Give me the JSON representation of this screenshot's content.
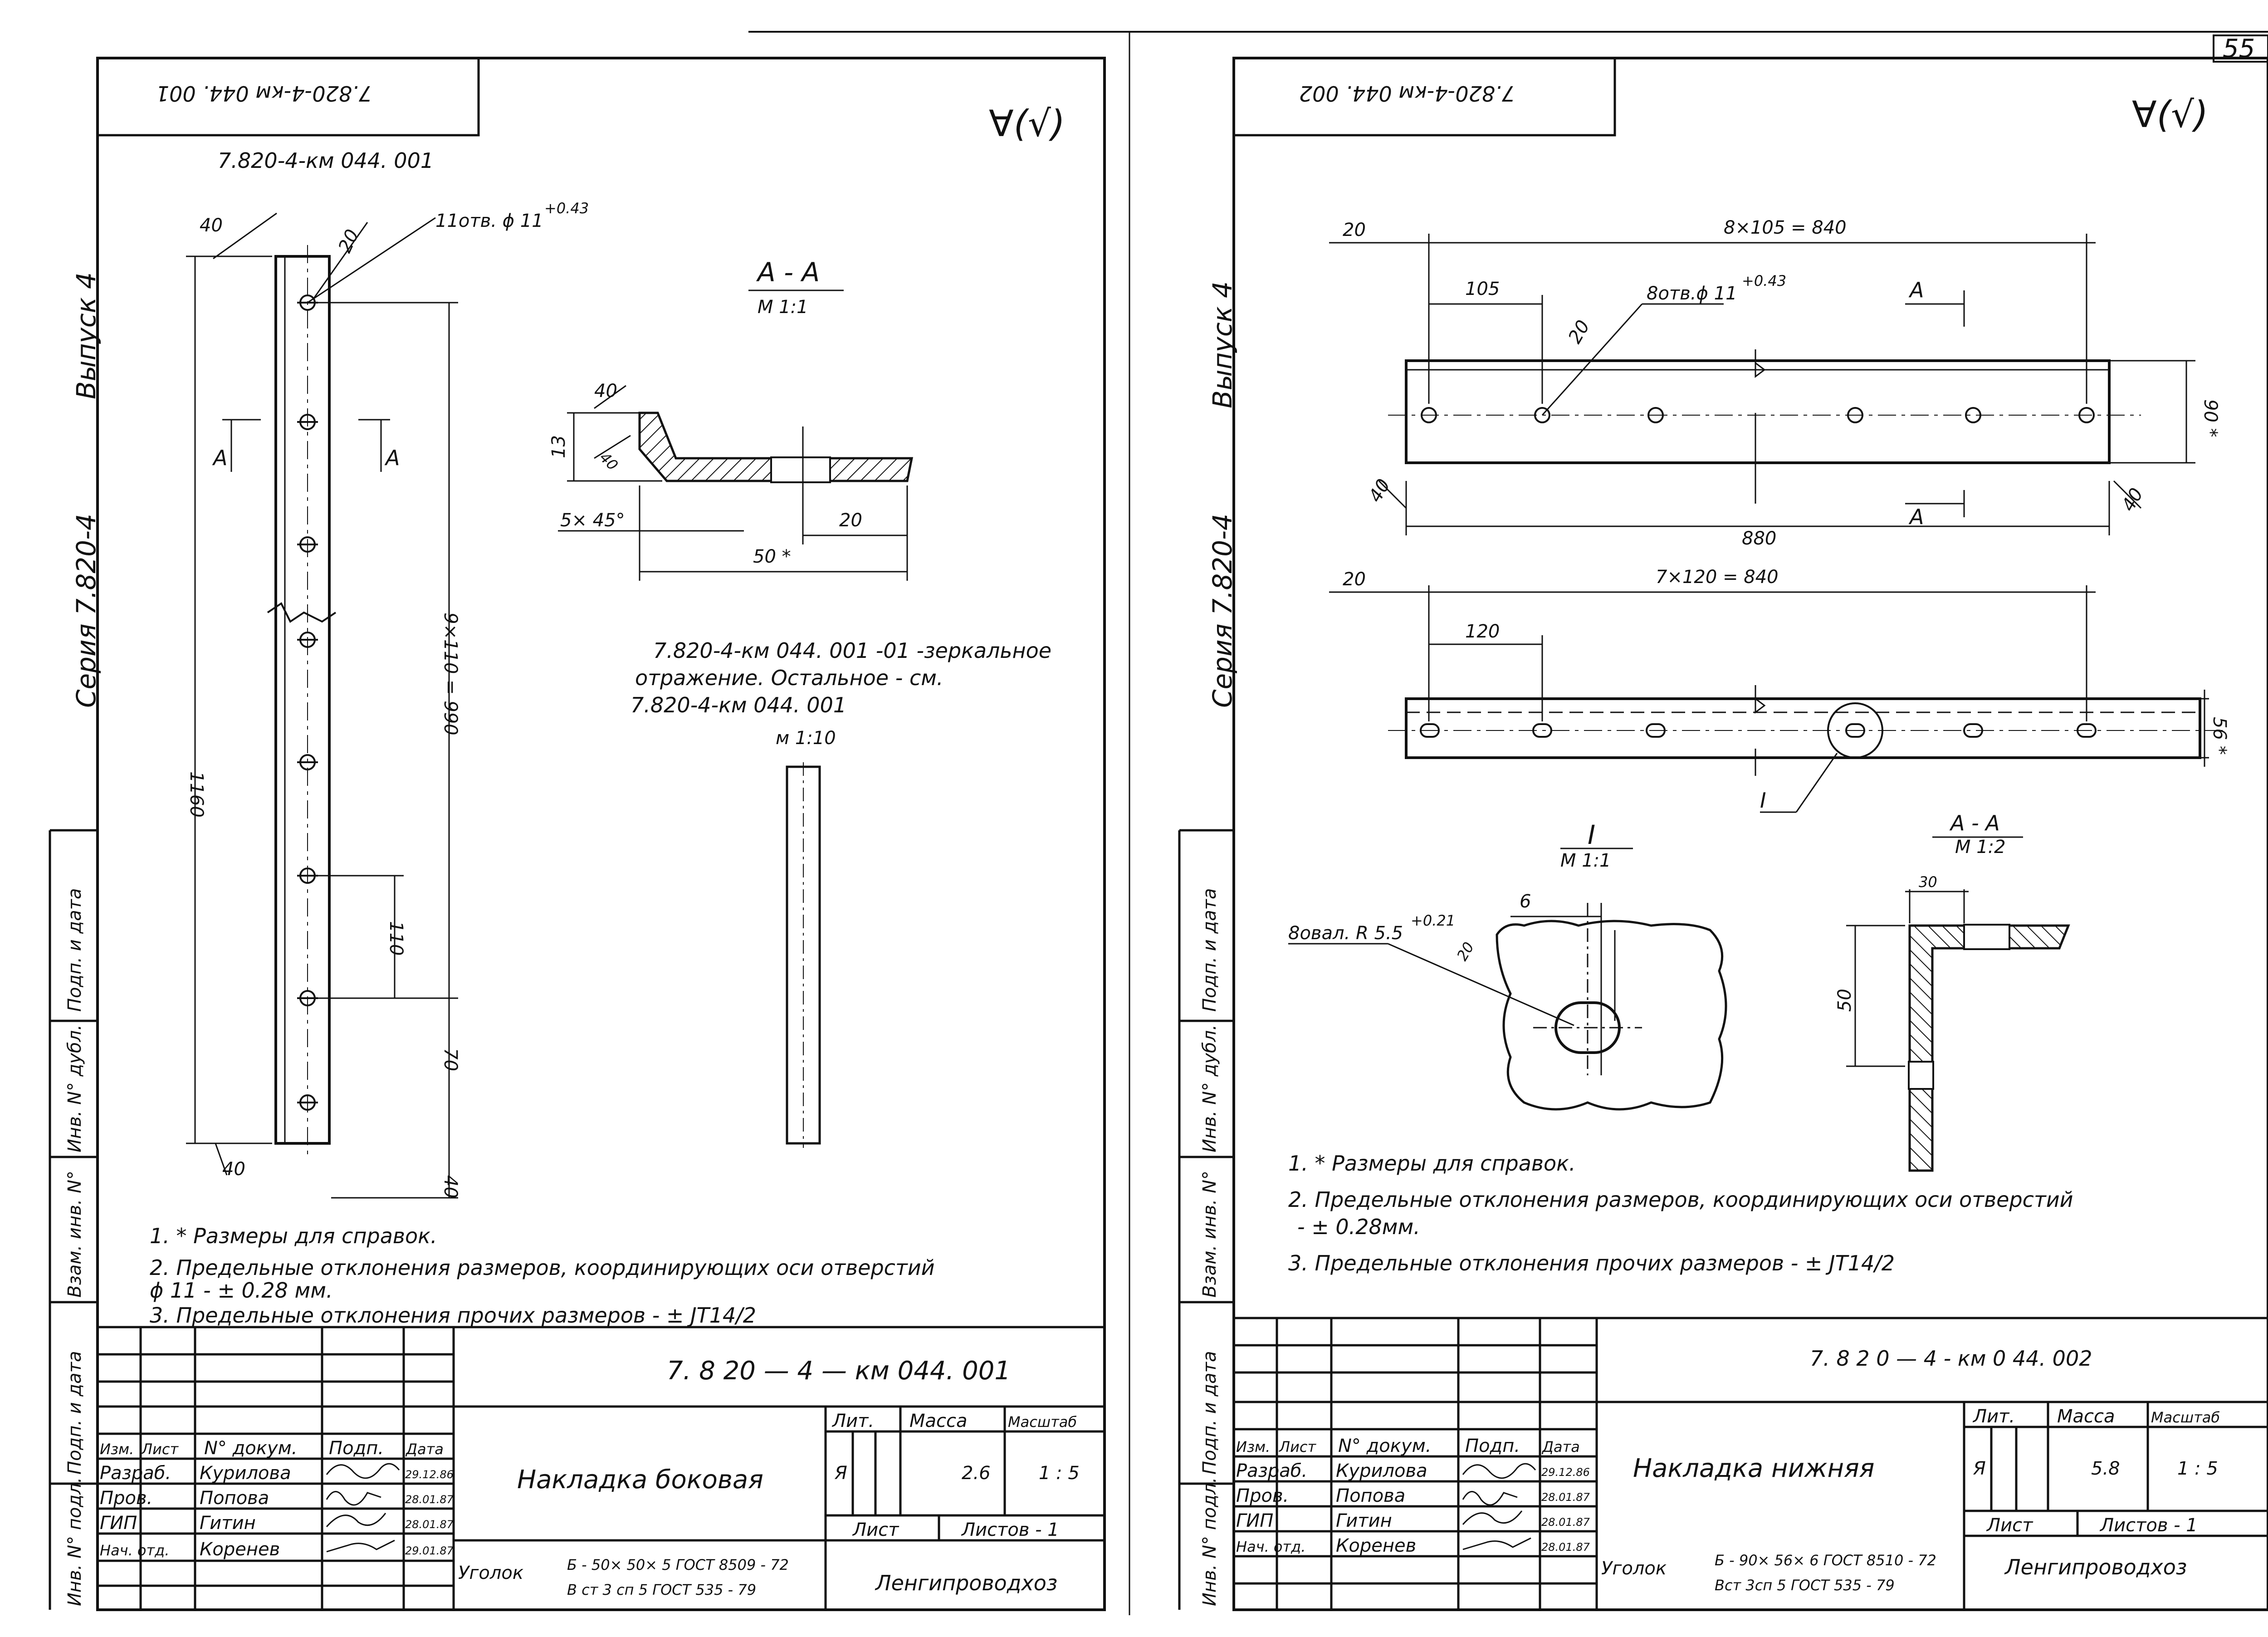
{
  "page_number": "55",
  "left": {
    "stamp_mirrored": "7.820-4-км 044. 001",
    "header_code": "7.820-4-км 044. 001",
    "roughness": "∀(√)",
    "series_label": "Серия 7.820-4",
    "issue_label": "Выпуск 4",
    "dims": {
      "d40_top": "40",
      "d20_top": "20",
      "holes": "11отв. ϕ 11",
      "holes_tol": "+0.43",
      "len_1160": "1160",
      "pitch_total": "9×110 = 990",
      "d110": "110",
      "d70": "70",
      "d40_bottom_right": "40",
      "d40_bottom_left": "40",
      "section_mark_a": "А"
    },
    "section": {
      "title": "А - А",
      "scale": "М 1:1",
      "d40": "40",
      "d13": "13",
      "d40_small": "40",
      "chamfer": "5× 45°",
      "d20": "20",
      "d50": "50 *"
    },
    "mirror_note": {
      "line1": "7.820-4-км 044. 001 -01 -зеркальное",
      "line2": "отражение.  Остальное - см.",
      "line3": "7.820-4-км 044. 001",
      "scale": "м 1:10"
    },
    "notes": [
      "1. * Размеры  для  справок.",
      "2. Предельные   отклонения    размеров, координирующих  оси отверстий",
      "ϕ 11  - ± 0.28 мм.",
      "3. Предельные    отклонения  прочих  размеров - ± JT14/2"
    ],
    "title_block": {
      "doc_code": "7. 8 20 — 4 — км  044. 001",
      "name": "Накладка  боковая",
      "header_cols": [
        "Изм.",
        "Лист",
        "N° докум.",
        "Подп.",
        "Дата"
      ],
      "rows": [
        {
          "role": "Разраб.",
          "name": "Курилова",
          "date": "29.12.86"
        },
        {
          "role": "Пров.",
          "name": "Попова",
          "date": "28.01.87"
        },
        {
          "role": "ГИП",
          "name": "Гитин",
          "date": "28.01.87"
        },
        {
          "role": "Нач. отд.",
          "name": "Коренев",
          "date": "29.01.87"
        }
      ],
      "lit_label": "Лит.",
      "mass_label": "Масса",
      "scale_label": "Масштаб",
      "lit_value": "Я",
      "mass_value": "2.6",
      "scale_value": "1 : 5",
      "sheet_label": "Лист",
      "sheets_label": "Листов - 1",
      "material_label": "Уголок",
      "material_line1": "Б - 50× 50× 5  ГОСТ  8509 - 72",
      "material_line2": "В ст 3 сп 5  ГОСТ  535 - 79",
      "org": "Ленгипроводхоз"
    },
    "side_labels": [
      "Подп. и дата",
      "Инв. N° дубл.",
      "Взам. инв. N°",
      "Подп. и дата",
      "Инв. N° подл."
    ]
  },
  "right": {
    "stamp_mirrored": "7.820-4-км 044. 002",
    "roughness": "∀(√)",
    "series_label": "Серия 7.820-4",
    "issue_label": "Выпуск 4",
    "top_view": {
      "d20": "20",
      "total": "8×105 = 840",
      "d105": "105",
      "holes": "8отв.ϕ 11",
      "holes_tol": "+0.43",
      "d20_b": "20",
      "sec_a": "А",
      "d90": "90 *",
      "d40_l": "40",
      "d880": "880",
      "d40_r": "40"
    },
    "front_view": {
      "d20": "20",
      "total": "7×120 = 840",
      "d120": "120",
      "d56": "56 *",
      "detail": "I"
    },
    "detail_view": {
      "title": "I",
      "scale": "М 1:1",
      "d6": "6",
      "slots": "8овал. R 5.5",
      "slots_tol": "+0.21",
      "d20": "20"
    },
    "section_view": {
      "title": "А - А",
      "scale": "М 1:2",
      "d30": "30",
      "d50": "50"
    },
    "notes": [
      "1. * Размеры    для     справок.",
      "2. Предельные     отклонения     размеров, координирующих оси отверстий",
      "- ± 0.28мм.",
      "3.   Предельные    отклонения     прочих    размеров - ± JT14/2"
    ],
    "title_block": {
      "doc_code": "7. 8 2 0 — 4 - км  0 44. 002",
      "name": "Накладка    нижняя",
      "header_cols": [
        "Изм.",
        "Лист",
        "N° докум.",
        "Подп.",
        "Дата"
      ],
      "rows": [
        {
          "role": "Разраб.",
          "name": "Курилова",
          "date": "29.12.86"
        },
        {
          "role": "Пров.",
          "name": "Попова",
          "date": "28.01.87"
        },
        {
          "role": "ГИП",
          "name": "Гитин",
          "date": "28.01.87"
        },
        {
          "role": "Нач. отд.",
          "name": "Коренев",
          "date": "28.01.87"
        }
      ],
      "lit_label": "Лит.",
      "mass_label": "Масса",
      "scale_label": "Масштаб",
      "lit_value": "Я",
      "mass_value": "5.8",
      "scale_value": "1 : 5",
      "sheet_label": "Лист",
      "sheets_label": "Листов - 1",
      "material_label": "Уголок",
      "material_line1": "Б - 90× 56× 6  ГОСТ  8510 - 72",
      "material_line2": "Вст 3сп 5  ГОСТ  535 - 79",
      "org": "Ленгипроводхоз"
    },
    "side_labels": [
      "Подп. и дата",
      "Инв. N° дубл.",
      "Взам. инв. N°",
      "Подп. и дата",
      "Инв. N° подл."
    ]
  }
}
